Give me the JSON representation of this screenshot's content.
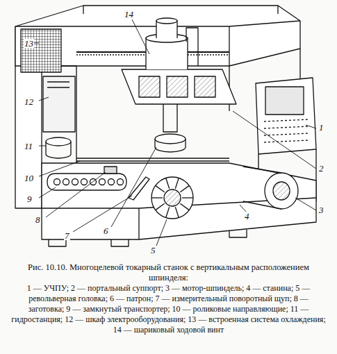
{
  "diagram": {
    "caption": "Рис. 10.10. Многоцелевой токарный станок с вертикальным расположением шпинделя:",
    "labels": [
      "1",
      "2",
      "3",
      "4",
      "5",
      "6",
      "7",
      "8",
      "9",
      "10",
      "11",
      "12",
      "13",
      "14",
      "1 — УЧПУ; 2 — портальный суппорт; 3 — мотор-шпиндель; 4 — станина; 5 — револьверная головка; 6 — патрон; 7 — измерительный поворотный щуп; 8 — заготовка; 9 — замкнутый транспортер; 10 — роликовые направляющие; 11 — гидростанция; 12 — шкаф электрооборудования; 13 — встроенная система охлаждения; 14 — шариковый ходовой винт"
    ]
  }
}
